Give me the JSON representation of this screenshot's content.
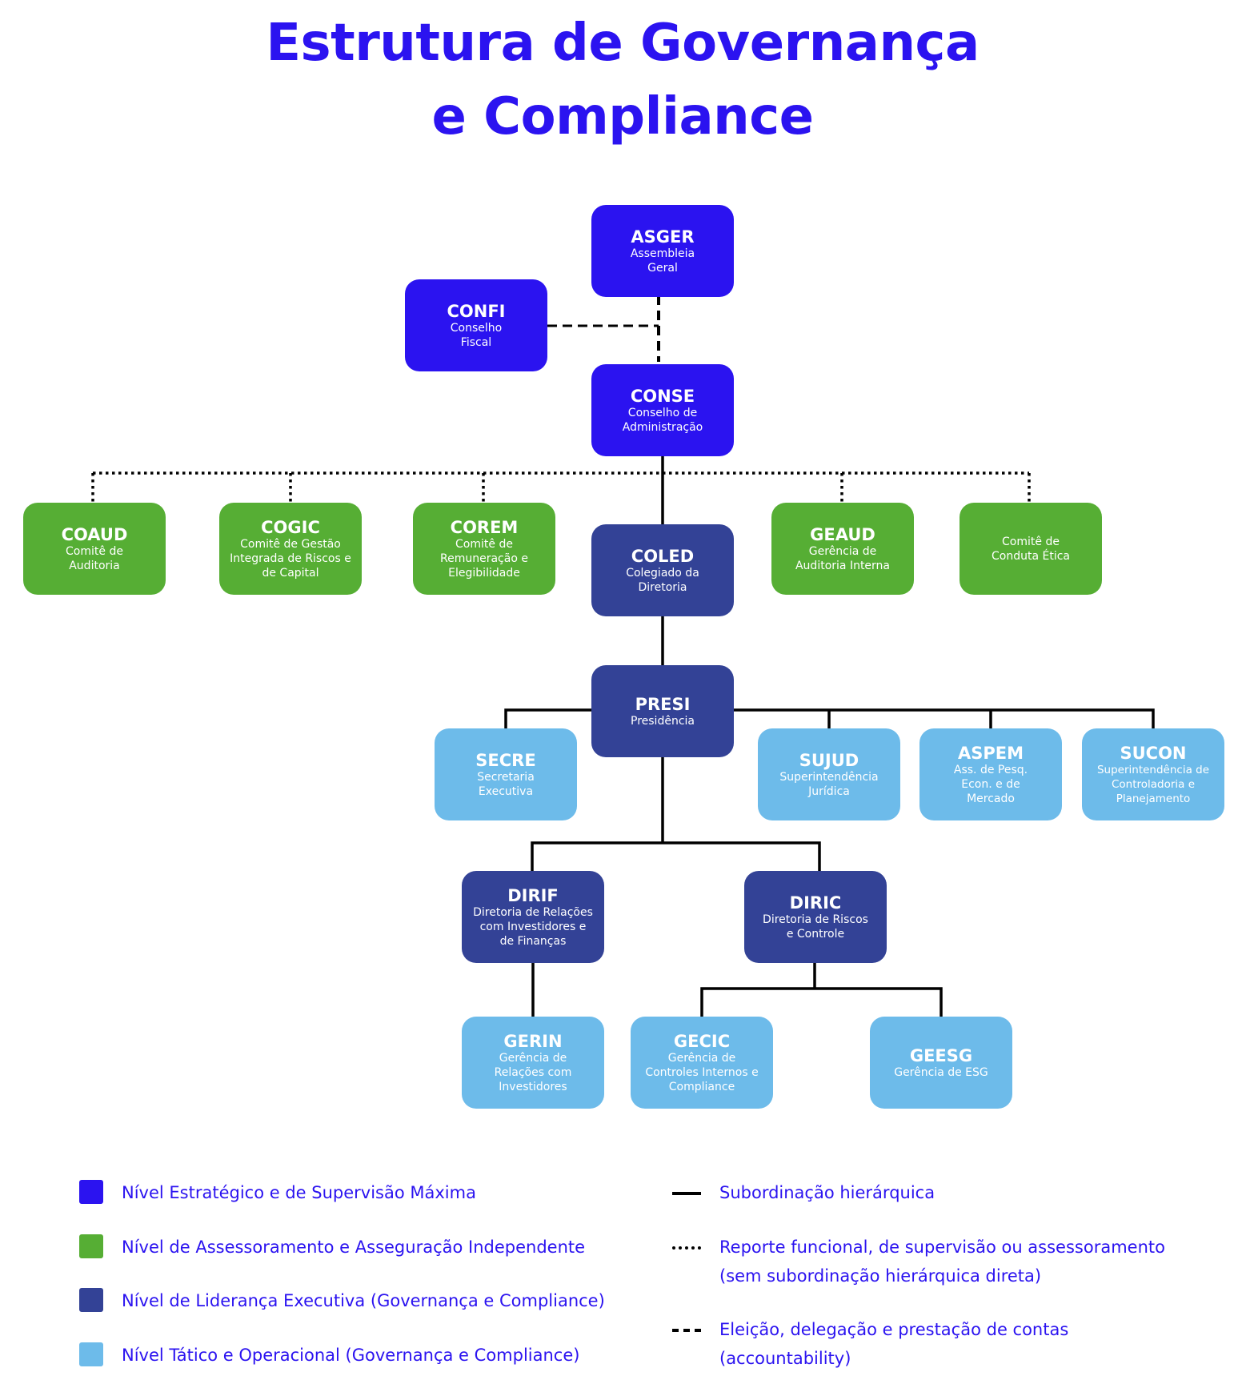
{
  "title": {
    "line1": "Estrutura de Governança",
    "line2": "e Compliance"
  },
  "colors": {
    "strategic": "#2b13f0",
    "advisory": "#56ae34",
    "executive": "#334296",
    "tactical": "#6dbbea",
    "text_accent": "#2b13f0",
    "connector": "#000000"
  },
  "nodes": {
    "asger": {
      "code": "ASGER",
      "desc": "Assembleia Geral",
      "level": "strategic"
    },
    "confi": {
      "code": "CONFI",
      "desc": "Conselho Fiscal",
      "level": "strategic"
    },
    "conse": {
      "code": "CONSE",
      "desc": "Conselho de Administração",
      "level": "strategic"
    },
    "coaud": {
      "code": "COAUD",
      "desc": "Comitê de Auditoria",
      "level": "advisory"
    },
    "cogic": {
      "code": "COGIC",
      "desc": "Comitê de Gestão Integrada de Riscos e de Capital",
      "level": "advisory"
    },
    "corem": {
      "code": "COREM",
      "desc": "Comitê de Remuneração e Elegibilidade",
      "level": "advisory"
    },
    "geaud": {
      "code": "GEAUD",
      "desc": "Gerência de Auditoria Interna",
      "level": "advisory"
    },
    "etica": {
      "code": "",
      "desc": "Comitê de Conduta Ética",
      "level": "advisory"
    },
    "coled": {
      "code": "COLED",
      "desc": "Colegiado da Diretoria",
      "level": "executive"
    },
    "presi": {
      "code": "PRESI",
      "desc": "Presidência",
      "level": "executive"
    },
    "secre": {
      "code": "SECRE",
      "desc": "Secretaria Executiva",
      "level": "tactical"
    },
    "sujud": {
      "code": "SUJUD",
      "desc": "Superintendência Jurídica",
      "level": "tactical"
    },
    "aspem": {
      "code": "ASPEM",
      "desc": "Ass. de Pesq. Econ. e de Mercado",
      "level": "tactical"
    },
    "sucon": {
      "code": "SUCON",
      "desc": "Superintendência de Controladoria e Planejamento",
      "level": "tactical"
    },
    "dirif": {
      "code": "DIRIF",
      "desc": "Diretoria de Relações com Investidores e de Finanças",
      "level": "executive"
    },
    "diric": {
      "code": "DIRIC",
      "desc": "Diretoria de Riscos e Controle",
      "level": "executive"
    },
    "gerin": {
      "code": "GERIN",
      "desc": "Gerência de Relações com Investidores",
      "level": "tactical"
    },
    "gecic": {
      "code": "GECIC",
      "desc": "Gerência de Controles Internos e Compliance",
      "level": "tactical"
    },
    "geesg": {
      "code": "GEESG",
      "desc": "Gerência de ESG",
      "level": "tactical"
    }
  },
  "relations": [
    {
      "from": "asger",
      "to": "conse",
      "type": "dashed"
    },
    {
      "from": "asger",
      "to": "confi",
      "type": "dashed"
    },
    {
      "from": "conse",
      "to": "coaud",
      "type": "dotted"
    },
    {
      "from": "conse",
      "to": "cogic",
      "type": "dotted"
    },
    {
      "from": "conse",
      "to": "corem",
      "type": "dotted"
    },
    {
      "from": "conse",
      "to": "geaud",
      "type": "dotted"
    },
    {
      "from": "conse",
      "to": "etica",
      "type": "dotted"
    },
    {
      "from": "conse",
      "to": "coled",
      "type": "solid"
    },
    {
      "from": "coled",
      "to": "presi",
      "type": "solid"
    },
    {
      "from": "presi",
      "to": "secre",
      "type": "solid"
    },
    {
      "from": "presi",
      "to": "sujud",
      "type": "solid"
    },
    {
      "from": "presi",
      "to": "aspem",
      "type": "solid"
    },
    {
      "from": "presi",
      "to": "sucon",
      "type": "solid"
    },
    {
      "from": "presi",
      "to": "dirif",
      "type": "solid"
    },
    {
      "from": "presi",
      "to": "diric",
      "type": "solid"
    },
    {
      "from": "dirif",
      "to": "gerin",
      "type": "solid"
    },
    {
      "from": "diric",
      "to": "gecic",
      "type": "solid"
    },
    {
      "from": "diric",
      "to": "geesg",
      "type": "solid"
    }
  ],
  "legend": {
    "levels": [
      {
        "label": "Nível Estratégico e de Supervisão Máxima",
        "color": "#2b13f0"
      },
      {
        "label": "Nível de Assessoramento e Asseguração Independente",
        "color": "#56ae34"
      },
      {
        "label": "Nível de Liderança Executiva (Governança e Compliance)",
        "color": "#334296"
      },
      {
        "label": "Nível Tático e Operacional (Governança e Compliance)",
        "color": "#6dbbea"
      }
    ],
    "lines": [
      {
        "label_line1": "Subordinação hierárquica",
        "label_line2": "",
        "style": "solid"
      },
      {
        "label_line1": "Reporte funcional, de supervisão ou assessoramento",
        "label_line2": "(sem subordinação hierárquica direta)",
        "style": "dotted"
      },
      {
        "label_line1": "Eleição, delegação e prestação de contas",
        "label_line2": "(accountability)",
        "style": "dashed"
      }
    ]
  }
}
